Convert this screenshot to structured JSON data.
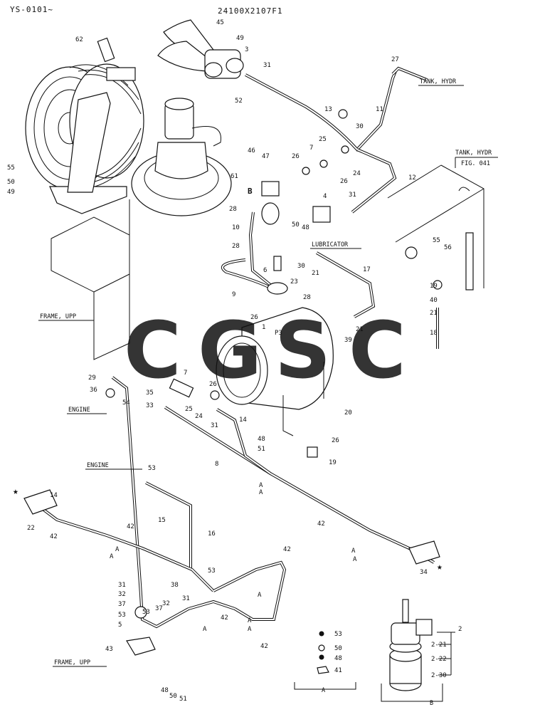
{
  "header": {
    "serial": "YS-0101~",
    "drawing_no": "24100X2107F1"
  },
  "captions": {
    "tank_hydr_top": "TANK, HYDR",
    "tank_hydr_right_1": "TANK, HYDR",
    "tank_hydr_right_2": "FIG. 041",
    "lubricator": "LUBRICATOR",
    "frame_upp_mid": "FRAME, UPP",
    "frame_upp_bot": "FRAME, UPP",
    "engine_1": "ENGINE",
    "engine_2": "ENGINE",
    "detail_a": "A",
    "detail_b": "B"
  },
  "callouts": [
    {
      "id": "c1",
      "text": "45"
    },
    {
      "id": "c2",
      "text": "49"
    },
    {
      "id": "c3",
      "text": "3"
    },
    {
      "id": "c4",
      "text": "31"
    },
    {
      "id": "c5",
      "text": "52"
    },
    {
      "id": "c6",
      "text": "27"
    },
    {
      "id": "c7",
      "text": "11"
    },
    {
      "id": "c8",
      "text": "13"
    },
    {
      "id": "c9",
      "text": "25"
    },
    {
      "id": "c10",
      "text": "30"
    },
    {
      "id": "c11",
      "text": "62"
    },
    {
      "id": "c12",
      "text": "61"
    },
    {
      "id": "c13",
      "text": "55"
    },
    {
      "id": "c14",
      "text": "50"
    },
    {
      "id": "c15",
      "text": "49"
    },
    {
      "id": "c16",
      "text": "46"
    },
    {
      "id": "c17",
      "text": "47"
    },
    {
      "id": "c18",
      "text": "26"
    },
    {
      "id": "c19",
      "text": "7"
    },
    {
      "id": "c20",
      "text": "26"
    },
    {
      "id": "c21",
      "text": "24"
    },
    {
      "id": "c22",
      "text": "12"
    },
    {
      "id": "c23",
      "text": "B"
    },
    {
      "id": "c24",
      "text": "4"
    },
    {
      "id": "c25",
      "text": "31"
    },
    {
      "id": "c26",
      "text": "28"
    },
    {
      "id": "c27",
      "text": "10"
    },
    {
      "id": "c28",
      "text": "50"
    },
    {
      "id": "c29",
      "text": "48"
    },
    {
      "id": "c30",
      "text": "28"
    },
    {
      "id": "c31",
      "text": "30"
    },
    {
      "id": "c32",
      "text": "21"
    },
    {
      "id": "c33",
      "text": "17"
    },
    {
      "id": "c34",
      "text": "6"
    },
    {
      "id": "c35",
      "text": "9"
    },
    {
      "id": "c36",
      "text": "23"
    },
    {
      "id": "c37",
      "text": "28"
    },
    {
      "id": "c38",
      "text": "55"
    },
    {
      "id": "c39",
      "text": "56"
    },
    {
      "id": "c40",
      "text": "19"
    },
    {
      "id": "c41",
      "text": "40"
    },
    {
      "id": "c42",
      "text": "21"
    },
    {
      "id": "c43",
      "text": "18"
    },
    {
      "id": "c44",
      "text": "26"
    },
    {
      "id": "c45",
      "text": "1"
    },
    {
      "id": "c46",
      "text": "P3"
    },
    {
      "id": "c47",
      "text": "39"
    },
    {
      "id": "c48",
      "text": "21"
    },
    {
      "id": "c49",
      "text": "29"
    },
    {
      "id": "c50",
      "text": "36"
    },
    {
      "id": "c51",
      "text": "54"
    },
    {
      "id": "c52",
      "text": "7"
    },
    {
      "id": "c53",
      "text": "35"
    },
    {
      "id": "c54",
      "text": "26"
    },
    {
      "id": "c55",
      "text": "33"
    },
    {
      "id": "c56",
      "text": "25"
    },
    {
      "id": "c57",
      "text": "24"
    },
    {
      "id": "c58",
      "text": "31"
    },
    {
      "id": "c59",
      "text": "14"
    },
    {
      "id": "c60",
      "text": "20"
    },
    {
      "id": "c61",
      "text": "48"
    },
    {
      "id": "c62",
      "text": "51"
    },
    {
      "id": "c63",
      "text": "26"
    },
    {
      "id": "c64",
      "text": "19"
    },
    {
      "id": "c65",
      "text": "8"
    },
    {
      "id": "c66",
      "text": "A"
    },
    {
      "id": "c67",
      "text": "53"
    },
    {
      "id": "c68",
      "text": "14"
    },
    {
      "id": "c69",
      "text": "22"
    },
    {
      "id": "c70",
      "text": "42"
    },
    {
      "id": "c71",
      "text": "42"
    },
    {
      "id": "c72",
      "text": "A"
    },
    {
      "id": "c73",
      "text": "15"
    },
    {
      "id": "c74",
      "text": "16"
    },
    {
      "id": "c75",
      "text": "42"
    },
    {
      "id": "c76",
      "text": "A"
    },
    {
      "id": "c77",
      "text": "34"
    },
    {
      "id": "c78",
      "text": "53"
    },
    {
      "id": "c79",
      "text": "42"
    },
    {
      "id": "c80",
      "text": "31"
    },
    {
      "id": "c81",
      "text": "32"
    },
    {
      "id": "c82",
      "text": "38"
    },
    {
      "id": "c83",
      "text": "37"
    },
    {
      "id": "c84",
      "text": "53"
    },
    {
      "id": "c85",
      "text": "37"
    },
    {
      "id": "c86",
      "text": "32"
    },
    {
      "id": "c87",
      "text": "31"
    },
    {
      "id": "c88",
      "text": "53"
    },
    {
      "id": "c89",
      "text": "5"
    },
    {
      "id": "c90",
      "text": "A"
    },
    {
      "id": "c91",
      "text": "42"
    },
    {
      "id": "c92",
      "text": "A"
    },
    {
      "id": "c93",
      "text": "A"
    },
    {
      "id": "c94",
      "text": "42"
    },
    {
      "id": "c95",
      "text": "43"
    },
    {
      "id": "c96",
      "text": "48"
    },
    {
      "id": "c97",
      "text": "50"
    },
    {
      "id": "c98",
      "text": "51"
    },
    {
      "id": "c99",
      "text": "53"
    },
    {
      "id": "c100",
      "text": "50"
    },
    {
      "id": "c101",
      "text": "48"
    },
    {
      "id": "c102",
      "text": "41"
    },
    {
      "id": "c103",
      "text": "2"
    },
    {
      "id": "c104",
      "text": "2-21"
    },
    {
      "id": "c105",
      "text": "2-22"
    },
    {
      "id": "c106",
      "text": "2-30"
    },
    {
      "id": "c107",
      "text": "A"
    },
    {
      "id": "c108",
      "text": "A"
    },
    {
      "id": "c109",
      "text": "A"
    },
    {
      "id": "c110",
      "text": "A"
    }
  ],
  "watermark": {
    "letters": [
      "C",
      "G",
      "S",
      "C"
    ],
    "colors": [
      "#4f8ff7",
      "#f0605a",
      "#f6cb3b",
      "#32a572"
    ]
  }
}
